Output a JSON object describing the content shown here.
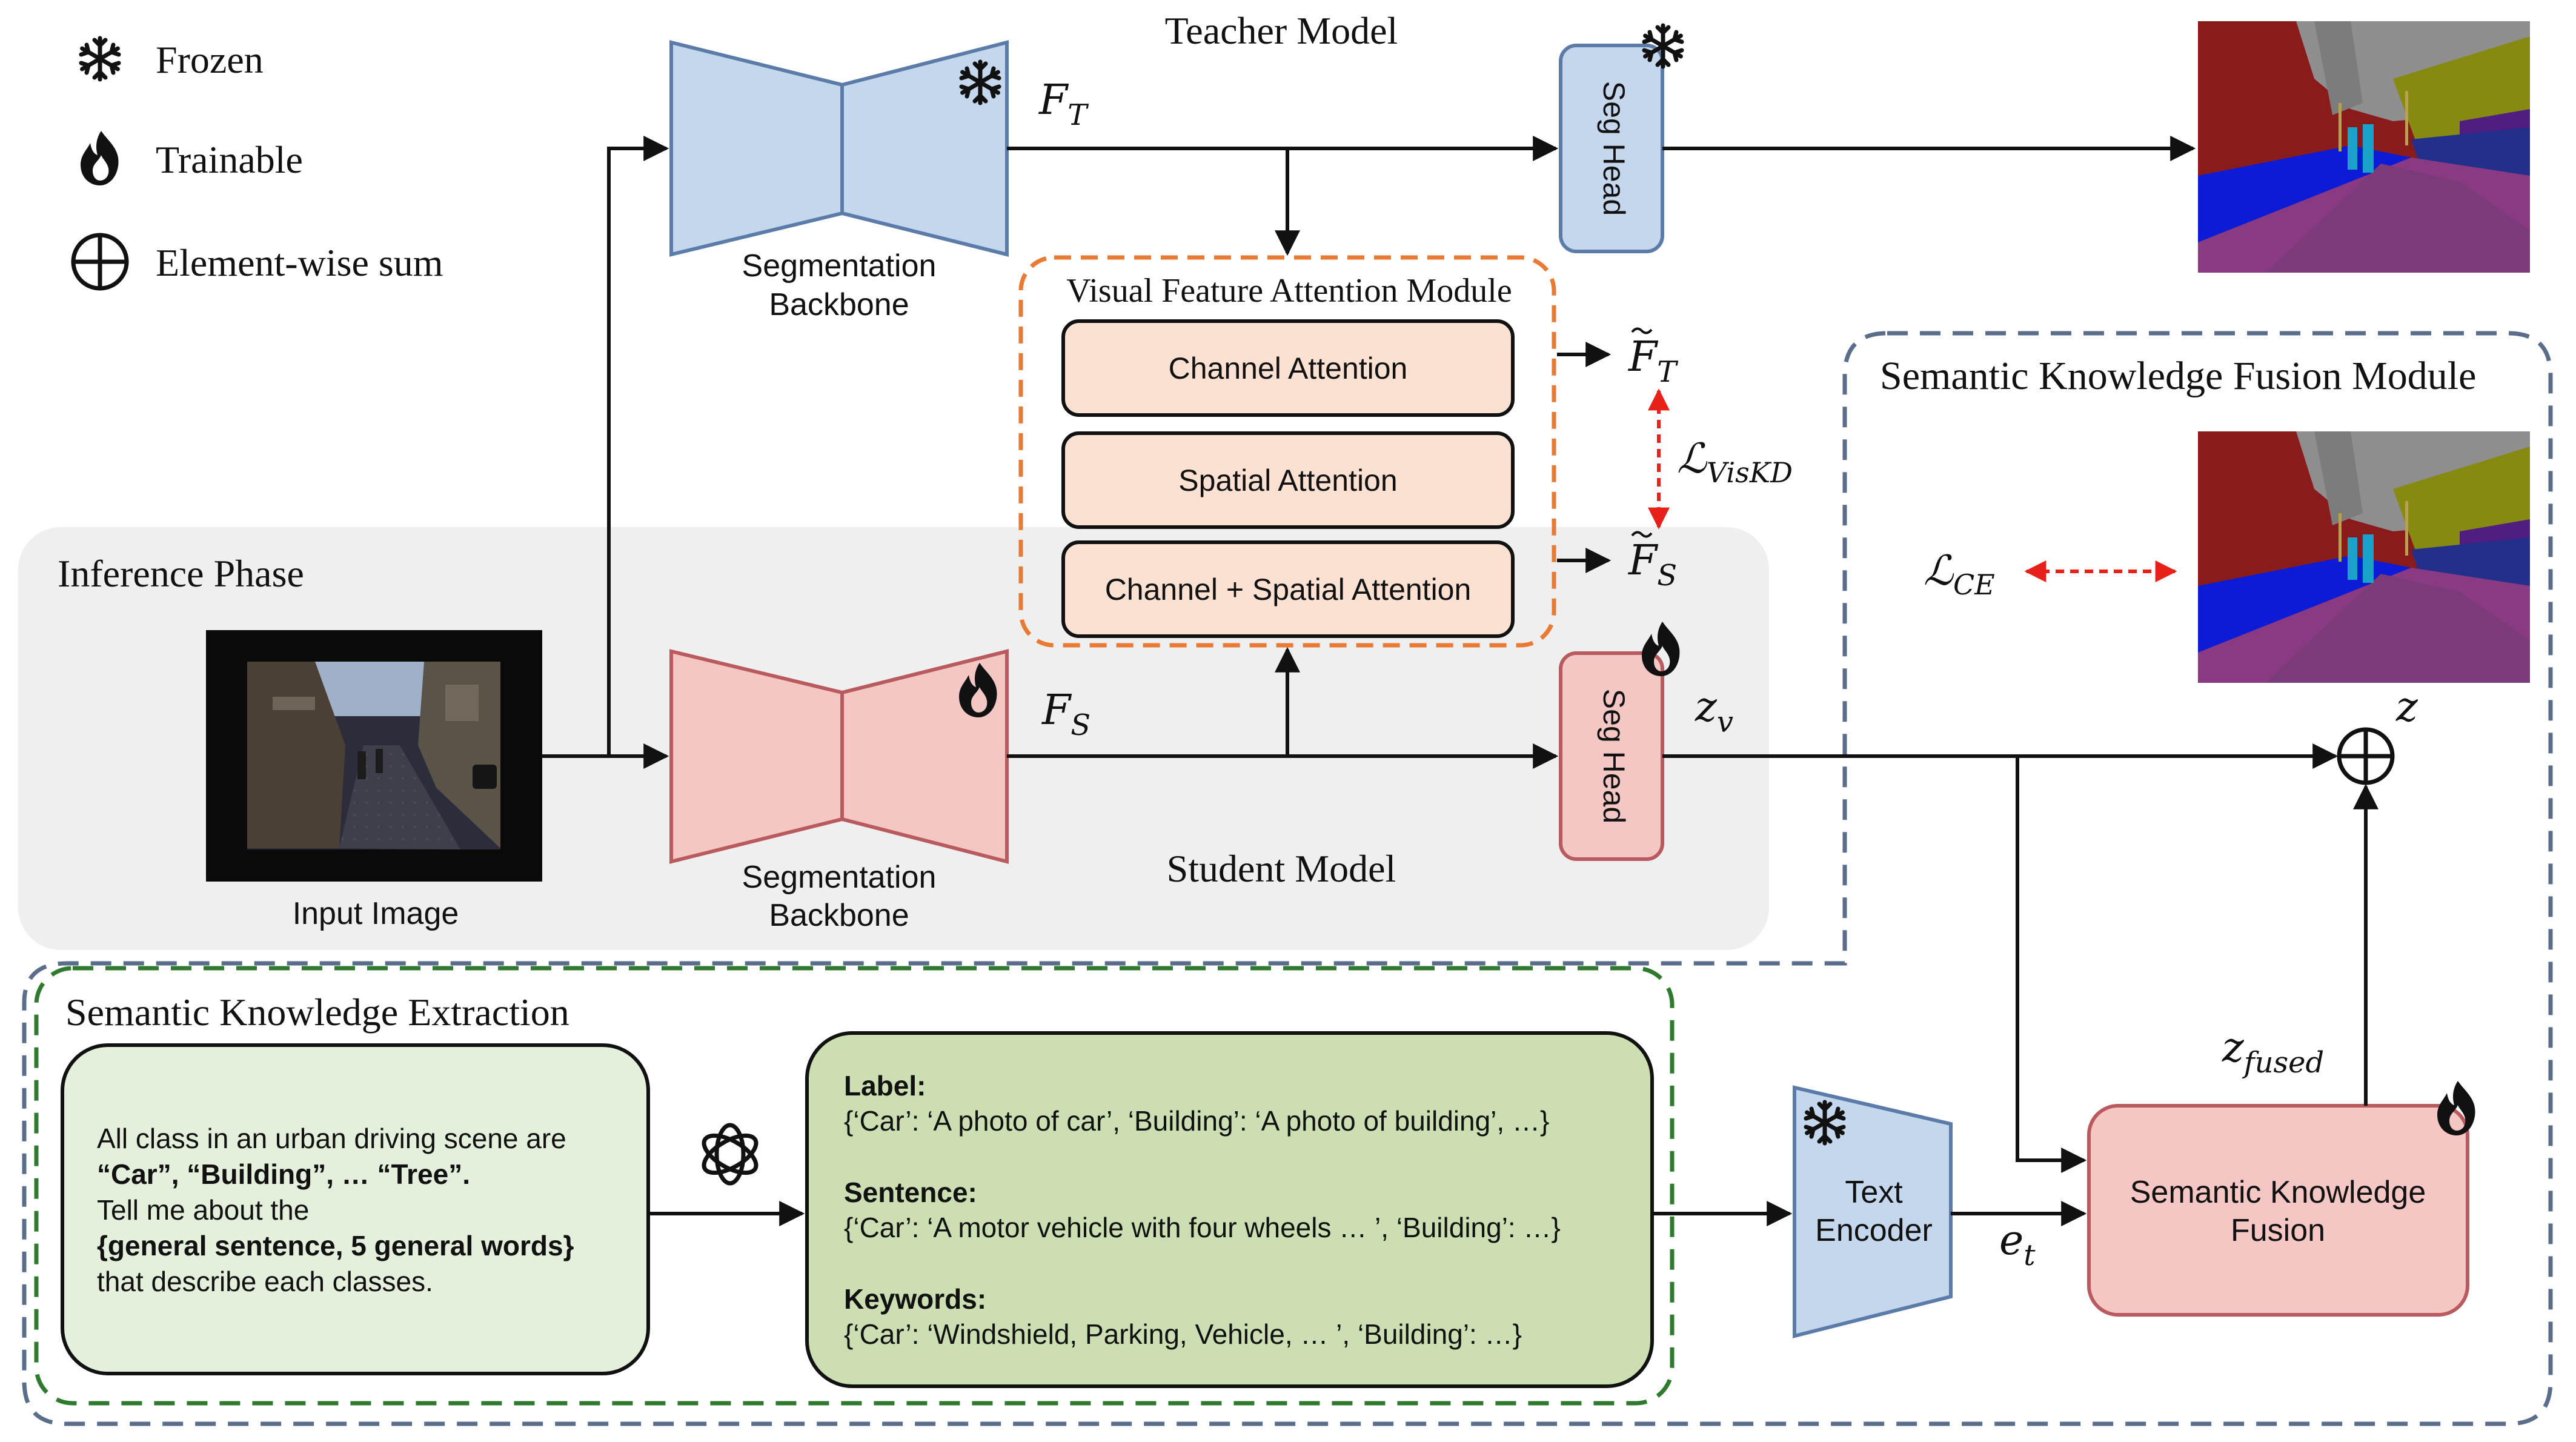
{
  "legend": {
    "frozen": "Frozen",
    "trainable": "Trainable",
    "sum": "Element-wise sum"
  },
  "teacher": {
    "title": "Teacher Model",
    "backbone_line1": "Segmentation",
    "backbone_line2": "Backbone",
    "feature": "F",
    "feature_sub": "T",
    "seg_head": "Seg Head"
  },
  "student": {
    "title": "Student Model",
    "backbone_line1": "Segmentation",
    "backbone_line2": "Backbone",
    "feature": "F",
    "feature_sub": "S",
    "seg_head": "Seg Head",
    "logit": "z",
    "logit_sub": "v"
  },
  "inference": {
    "title": "Inference Phase",
    "input_label": "Input Image"
  },
  "vfam": {
    "title": "Visual Feature Attention Module",
    "channel": "Channel Attention",
    "spatial": "Spatial Attention",
    "both": "Channel + Spatial Attention",
    "out_t": "F",
    "out_t_sub": "T",
    "out_s": "F",
    "out_s_sub": "S",
    "loss": "ℒ",
    "loss_sub": "VisKD"
  },
  "skfm": {
    "title": "Semantic Knowledge Fusion Module",
    "loss": "ℒ",
    "loss_sub": "CE",
    "z": "z",
    "fused": "z",
    "fused_sub": "fused",
    "fusion_line1": "Semantic Knowledge",
    "fusion_line2": "Fusion",
    "et": "e",
    "et_sub": "t"
  },
  "ske": {
    "title": "Semantic Knowledge Extraction",
    "prompt": {
      "line1": "All class in an urban driving scene are",
      "line2": "“Car”, “Building”, … “Tree”.",
      "line3": "Tell me about the",
      "line4": "{general sentence, 5 general words}",
      "line5": "that describe each classes."
    },
    "output": {
      "label_head": "Label:",
      "label_text": "{‘Car’: ‘A photo of car’, ‘Building’: ‘A photo of building’, …}",
      "sentence_head": "Sentence:",
      "sentence_text": "{‘Car’: ‘A motor vehicle with four wheels … ’, ‘Building’: …}",
      "keywords_head": "Keywords:",
      "keywords_text": "{‘Car’: ‘Windshield, Parking, Vehicle, … ’, ‘Building’: …}"
    },
    "encoder_line1": "Text",
    "encoder_line2": "Encoder"
  },
  "colors": {
    "teacher_fill": "#c5d7ec",
    "teacher_stroke": "#5b7ba8",
    "student_fill": "#f4c7c5",
    "student_stroke": "#b85a5e",
    "attention_fill": "#fbe1d2",
    "attention_border": "#e87a33",
    "fusion_border": "#5a6e8c",
    "extraction_border": "#2f7a2f",
    "prompt_fill": "#e4efdc",
    "output_fill": "#cbdfb2",
    "inference_bg": "#efefef",
    "loss_arrow": "#e8201a"
  },
  "icons": [
    "snowflake-icon",
    "flame-icon",
    "element-wise-sum-icon",
    "chatgpt-logo-icon"
  ]
}
